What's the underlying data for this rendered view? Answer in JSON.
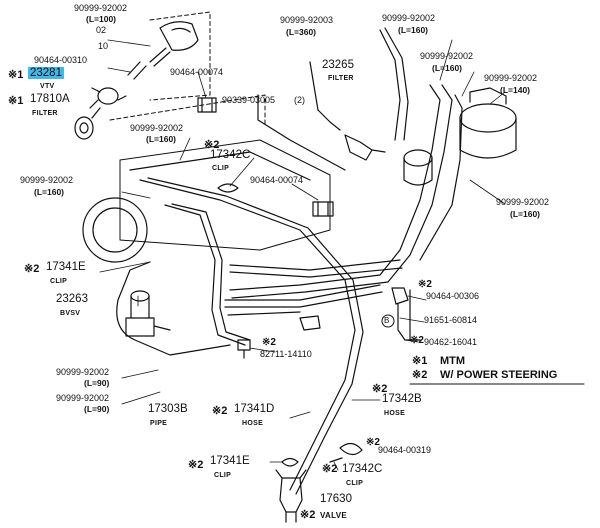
{
  "labels": {
    "hose_a_pn": "90999-92002",
    "hose_a_len": "(L=100)",
    "hose_b_pn": "90999-92003",
    "hose_b_len": "(L=360)",
    "hose_c_pn": "90999-92002",
    "hose_c_len": "(L=160)",
    "hose_d_pn": "90999-92002",
    "hose_d_len": "(L=160)",
    "hose_e_pn": "90999-92002",
    "hose_e_len": "(L=140)",
    "hose_f_pn": "90999-92002",
    "hose_f_len": "(L=160)",
    "hose_g_pn": "90999-92002",
    "hose_g_len": "(L=160)",
    "hose_h_pn": "90999-92002",
    "hose_h_len": "(L=160)",
    "hose_i_pn": "90999-92002",
    "hose_i_len": "(L=90)",
    "hose_j_pn": "90999-92002",
    "hose_j_len": "(L=90)",
    "clamp_a": "90464-00310",
    "clamp_b": "90464-00074",
    "clamp_c": "90464-00074",
    "clamp_d": "90464-00306",
    "clamp_e": "90464-00319",
    "tube_a": "90339-03005",
    "num_02": "02",
    "num_10": "10",
    "num_2": "(2)",
    "vtv_pn": "23281",
    "vtv_cap": "VTV",
    "filter_a_pn": "17810A",
    "filter_a_cap": "FILTER",
    "filter_b_pn": "23265",
    "filter_b_cap": "FILTER",
    "clip_a_pn": "17342C",
    "clip_a_cap": "CLIP",
    "clip_b_pn": "17341E",
    "clip_b_cap": "CLIP",
    "bvsv_pn": "23263",
    "bvsv_cap": "BVSV",
    "plug_pn": "91651-60814",
    "bolt_pn": "90462-16041",
    "fitting_pn": "82711-14110",
    "pipe_pn": "17303B",
    "pipe_cap": "PIPE",
    "hose_long_pn": "17341D",
    "hose_long_cap": "HOSE",
    "hose_right_pn": "17342B",
    "hose_right_cap": "HOSE",
    "clip_c_pn": "17341E",
    "clip_c_cap": "CLIP",
    "clip_d_pn": "17342C",
    "clip_d_cap": "CLIP",
    "valve_pn": "17630",
    "valve_cap": "VALVE",
    "mark_1": "※1",
    "mark_2": "※2",
    "circle_b": "B"
  },
  "legend": {
    "mark_1": "※1",
    "text_1": "MTM",
    "mark_2": "※2",
    "text_2": "W/ POWER STEERING"
  },
  "colors": {
    "highlight": "#3fb8ea",
    "ink": "#111111"
  }
}
